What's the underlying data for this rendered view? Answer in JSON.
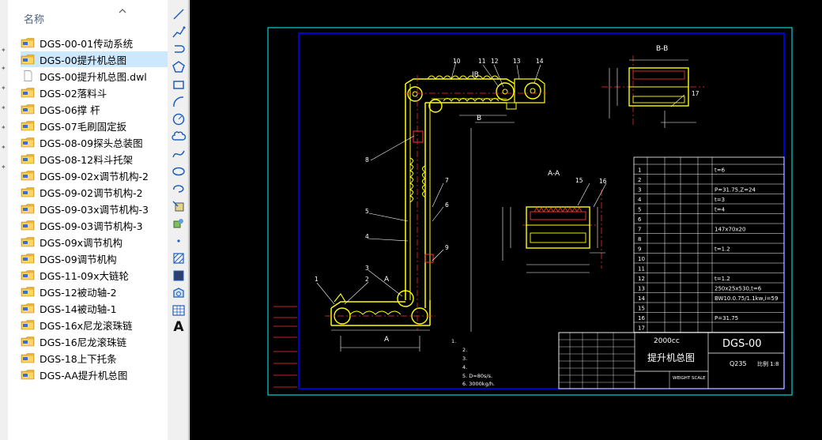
{
  "explorer": {
    "column_header": "名称",
    "files": [
      {
        "name": "DGS-00-01传动系统",
        "type": "folder",
        "selected": false
      },
      {
        "name": "DGS-00提升机总图",
        "type": "folder",
        "selected": true
      },
      {
        "name": "DGS-00提升机总图.dwl",
        "type": "file",
        "selected": false
      },
      {
        "name": "DGS-02落料斗",
        "type": "folder",
        "selected": false
      },
      {
        "name": "DGS-06撑 杆",
        "type": "folder",
        "selected": false
      },
      {
        "name": "DGS-07毛刷固定扳",
        "type": "folder",
        "selected": false
      },
      {
        "name": "DGS-08-09探头总装图",
        "type": "folder",
        "selected": false
      },
      {
        "name": "DGS-08-12料斗托架",
        "type": "folder",
        "selected": false
      },
      {
        "name": "DGS-09-02x调节机构-2",
        "type": "folder",
        "selected": false
      },
      {
        "name": "DGS-09-02调节机构-2",
        "type": "folder",
        "selected": false
      },
      {
        "name": "DGS-09-03x调节机构-3",
        "type": "folder",
        "selected": false
      },
      {
        "name": "DGS-09-03调节机构-3",
        "type": "folder",
        "selected": false
      },
      {
        "name": "DGS-09x调节机构",
        "type": "folder",
        "selected": false
      },
      {
        "name": "DGS-09调节机构",
        "type": "folder",
        "selected": false
      },
      {
        "name": "DGS-11-09x大链轮",
        "type": "folder",
        "selected": false
      },
      {
        "name": "DGS-12被动轴-2",
        "type": "folder",
        "selected": false
      },
      {
        "name": "DGS-14被动轴-1",
        "type": "folder",
        "selected": false
      },
      {
        "name": "DGS-16x尼龙滚珠链",
        "type": "folder",
        "selected": false
      },
      {
        "name": "DGS-16尼龙滚珠链",
        "type": "folder",
        "selected": false
      },
      {
        "name": "DGS-18上下托条",
        "type": "folder",
        "selected": false
      },
      {
        "name": "DGS-AA提升机总图",
        "type": "folder",
        "selected": false
      }
    ]
  },
  "toolbar": {
    "tools": [
      "line-icon",
      "polyline-icon",
      "arc-polyline-icon",
      "polygon-icon",
      "rectangle-icon",
      "arc-icon",
      "circle-icon",
      "revision-cloud-icon",
      "spline-icon",
      "ellipse-icon",
      "ellipse-arc-icon",
      "insert-block-icon",
      "make-block-icon",
      "point-icon",
      "hatch-icon",
      "gradient-icon",
      "region-icon",
      "table-icon",
      "text-icon"
    ],
    "text_tool_label": "A"
  },
  "drawing": {
    "section_bb": "B-B",
    "section_aa": "A-A",
    "label_ib": "IB",
    "label_b": "B",
    "label_a_upper": "A",
    "label_a_lower": "A",
    "balloons": [
      "1",
      "2",
      "3",
      "4",
      "5",
      "6",
      "7",
      "8",
      "9",
      "10",
      "11",
      "12",
      "13",
      "14",
      "15",
      "16",
      "17"
    ],
    "bom_rows": [
      {
        "no": "1",
        "spec": "t=6"
      },
      {
        "no": "2",
        "spec": ""
      },
      {
        "no": "3",
        "spec": "P=31.75,Z=24"
      },
      {
        "no": "4",
        "spec": "t=3"
      },
      {
        "no": "5",
        "spec": "t=4"
      },
      {
        "no": "6",
        "spec": ""
      },
      {
        "no": "7",
        "spec": "147x70x20"
      },
      {
        "no": "8",
        "spec": ""
      },
      {
        "no": "9",
        "spec": "t=1.2"
      },
      {
        "no": "10",
        "spec": ""
      },
      {
        "no": "11",
        "spec": ""
      },
      {
        "no": "12",
        "spec": "t=1.2"
      },
      {
        "no": "13",
        "spec": "250x25x530,t=6"
      },
      {
        "no": "14",
        "spec": "BW10.0.75/1.1kw,i=59"
      },
      {
        "no": "15",
        "spec": ""
      },
      {
        "no": "16",
        "spec": "P=31.75"
      },
      {
        "no": "17",
        "spec": ""
      }
    ],
    "notes": [
      "1.",
      "2.",
      "3.",
      "4.",
      "5. D=80s/s.",
      "6. 3000kg/h."
    ],
    "title_block": {
      "capacity": "2000cc",
      "title": "提升机总图",
      "drawing_no": "DGS-00",
      "material": "Q235",
      "scale_label": "比例 1:8",
      "weight_label": "WEIGHT",
      "scale_text": "SCALE"
    }
  },
  "colors": {
    "cad_background": "#000000",
    "frame_outer": "#00ffff",
    "frame_inner": "#0000ff",
    "geometry": "#ffff00",
    "annotation": "#ffffff",
    "centerline": "#ff0000",
    "explorer_selected": "#cce8ff",
    "folder": "#e8b33a"
  }
}
